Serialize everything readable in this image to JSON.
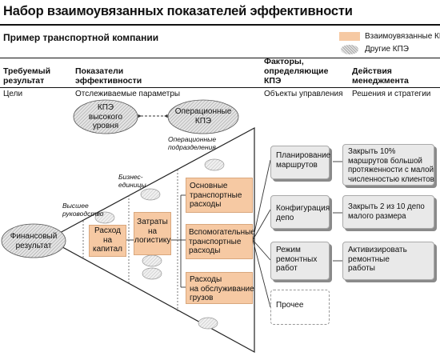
{
  "title": "Набор взаимоувязанных показателей эффективности",
  "subtitle": "Пример транспортной компании",
  "legend": {
    "kpi_linked": "Взаимоувязанные КПЭ",
    "kpi_other": "Другие КПЭ",
    "colors": {
      "linked": "#f6c9a3",
      "other": "#c8c8c8"
    }
  },
  "columns": [
    {
      "header": "Требуемый\nрезультат",
      "sub": "Цели"
    },
    {
      "header": "Показатели\nэффективности",
      "sub": "Отслеживаемые параметры"
    },
    {
      "header": "Факторы,\nопределяющие\nКПЭ",
      "sub": "Объекты управления"
    },
    {
      "header": "Действия\nменеджмента",
      "sub": "Решения и стратегии"
    }
  ],
  "ellipses": {
    "top_kpi": "КПЭ\nвысокого\nуровня",
    "operational_kpi": "Операционные\nКПЭ"
  },
  "pyramid_labels": {
    "operational_units": "Операционные\nподразделения",
    "business_units": "Бизнес-\nединицы",
    "top_management": "Высшее\nруководство"
  },
  "financial_result": "Финансовый\nрезультат",
  "boxes": {
    "capital_expense": "Расход\nна\nкапитал",
    "logistics_cost": "Затраты\nна\nлогистику",
    "main_transport": "Основные\nтранспортные\nрасходы",
    "aux_transport": "Вспомогательные\nтранспортные\nрасходы",
    "cargo_service": "Расходы\nна обслуживание\nгрузов"
  },
  "drivers": [
    "Планирование\nмаршрутов",
    "Конфигурация\nдепо",
    "Режим\nремонтных\nработ",
    "Прочее"
  ],
  "actions": [
    "Закрыть 10%\nмаршрутов большой\nпротяженности с малой\nчисленностью клиентов",
    "Закрыть 2 из 10 депо\nмалого размера",
    "Активизировать\nремонтные\nработы"
  ]
}
